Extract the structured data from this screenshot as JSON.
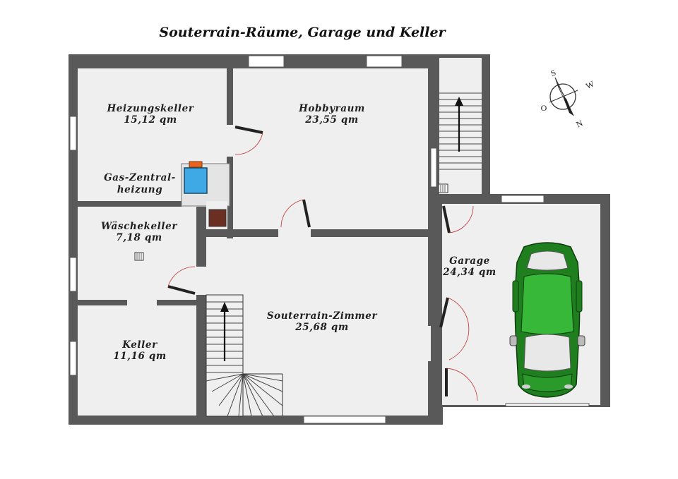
{
  "title": "Souterrain-Räume, Garage und Keller",
  "rooms": {
    "heizungskeller": {
      "name": "Heizungskeller",
      "area": "15,12 qm"
    },
    "hobbyraum": {
      "name": "Hobbyraum",
      "area": "23,55 qm"
    },
    "gas": {
      "line1": "Gas-Zentral-",
      "line2": "heizung"
    },
    "waeschekeller": {
      "name": "Wäschekeller",
      "area": "7,18 qm"
    },
    "keller": {
      "name": "Keller",
      "area": "11,16 qm"
    },
    "souterrain": {
      "name": "Souterrain-Zimmer",
      "area": "25,68 qm"
    },
    "garage": {
      "name": "Garage",
      "area": "24,34 qm"
    }
  },
  "compass": {
    "n": "N",
    "s": "S",
    "o": "O",
    "w": "W"
  },
  "colors": {
    "wall": "#595959",
    "floor": "#efefef",
    "car_body": "#1f7f1f",
    "car_highlight": "#38b838",
    "boiler": "#3fa9e6",
    "burner": "#e8641e",
    "tank": "#6b2e22"
  }
}
